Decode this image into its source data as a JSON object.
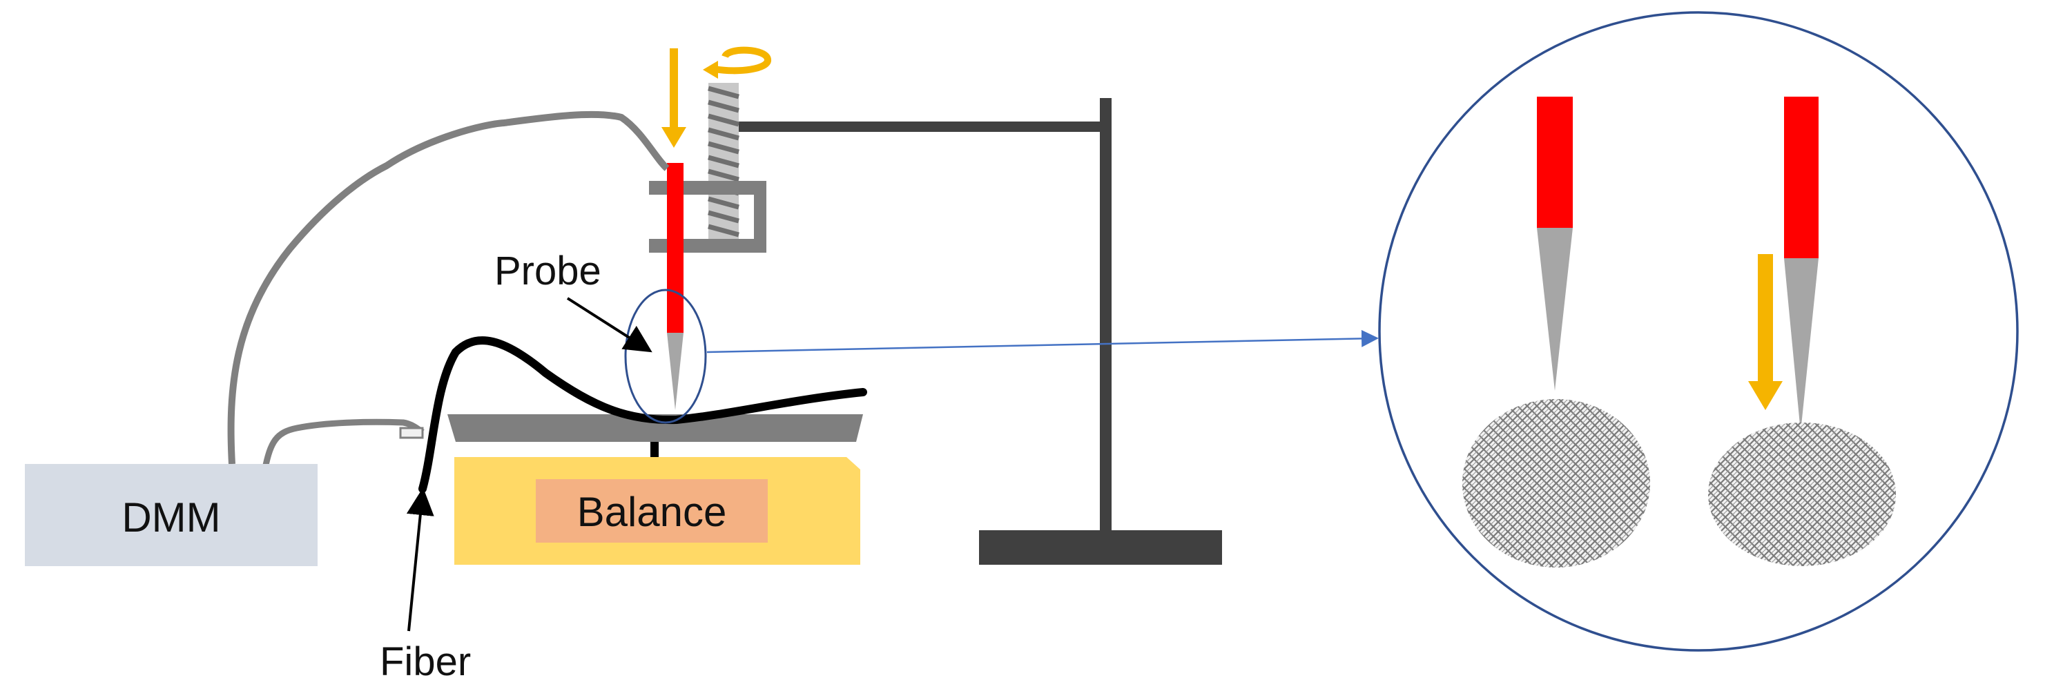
{
  "labels": {
    "dmm": "DMM",
    "balance": "Balance",
    "probe": "Probe",
    "fiber": "Fiber"
  },
  "colors": {
    "probe_red": "#ff0000",
    "probe_tip_gray": "#a6a6a6",
    "arrow_yellow": "#f5b400",
    "stand_dark": "#404040",
    "clamp_gray": "#7f7f7f",
    "cable_gray": "#808080",
    "dmm_box": "#d6dce5",
    "balance_body": "#ffd966",
    "balance_display": "#f4b183",
    "magnifier_blue": "#2f4f8f",
    "fiber_black": "#000000"
  },
  "icons": {
    "rotation": "circular-rotation-arrow",
    "down": "down-arrow"
  }
}
